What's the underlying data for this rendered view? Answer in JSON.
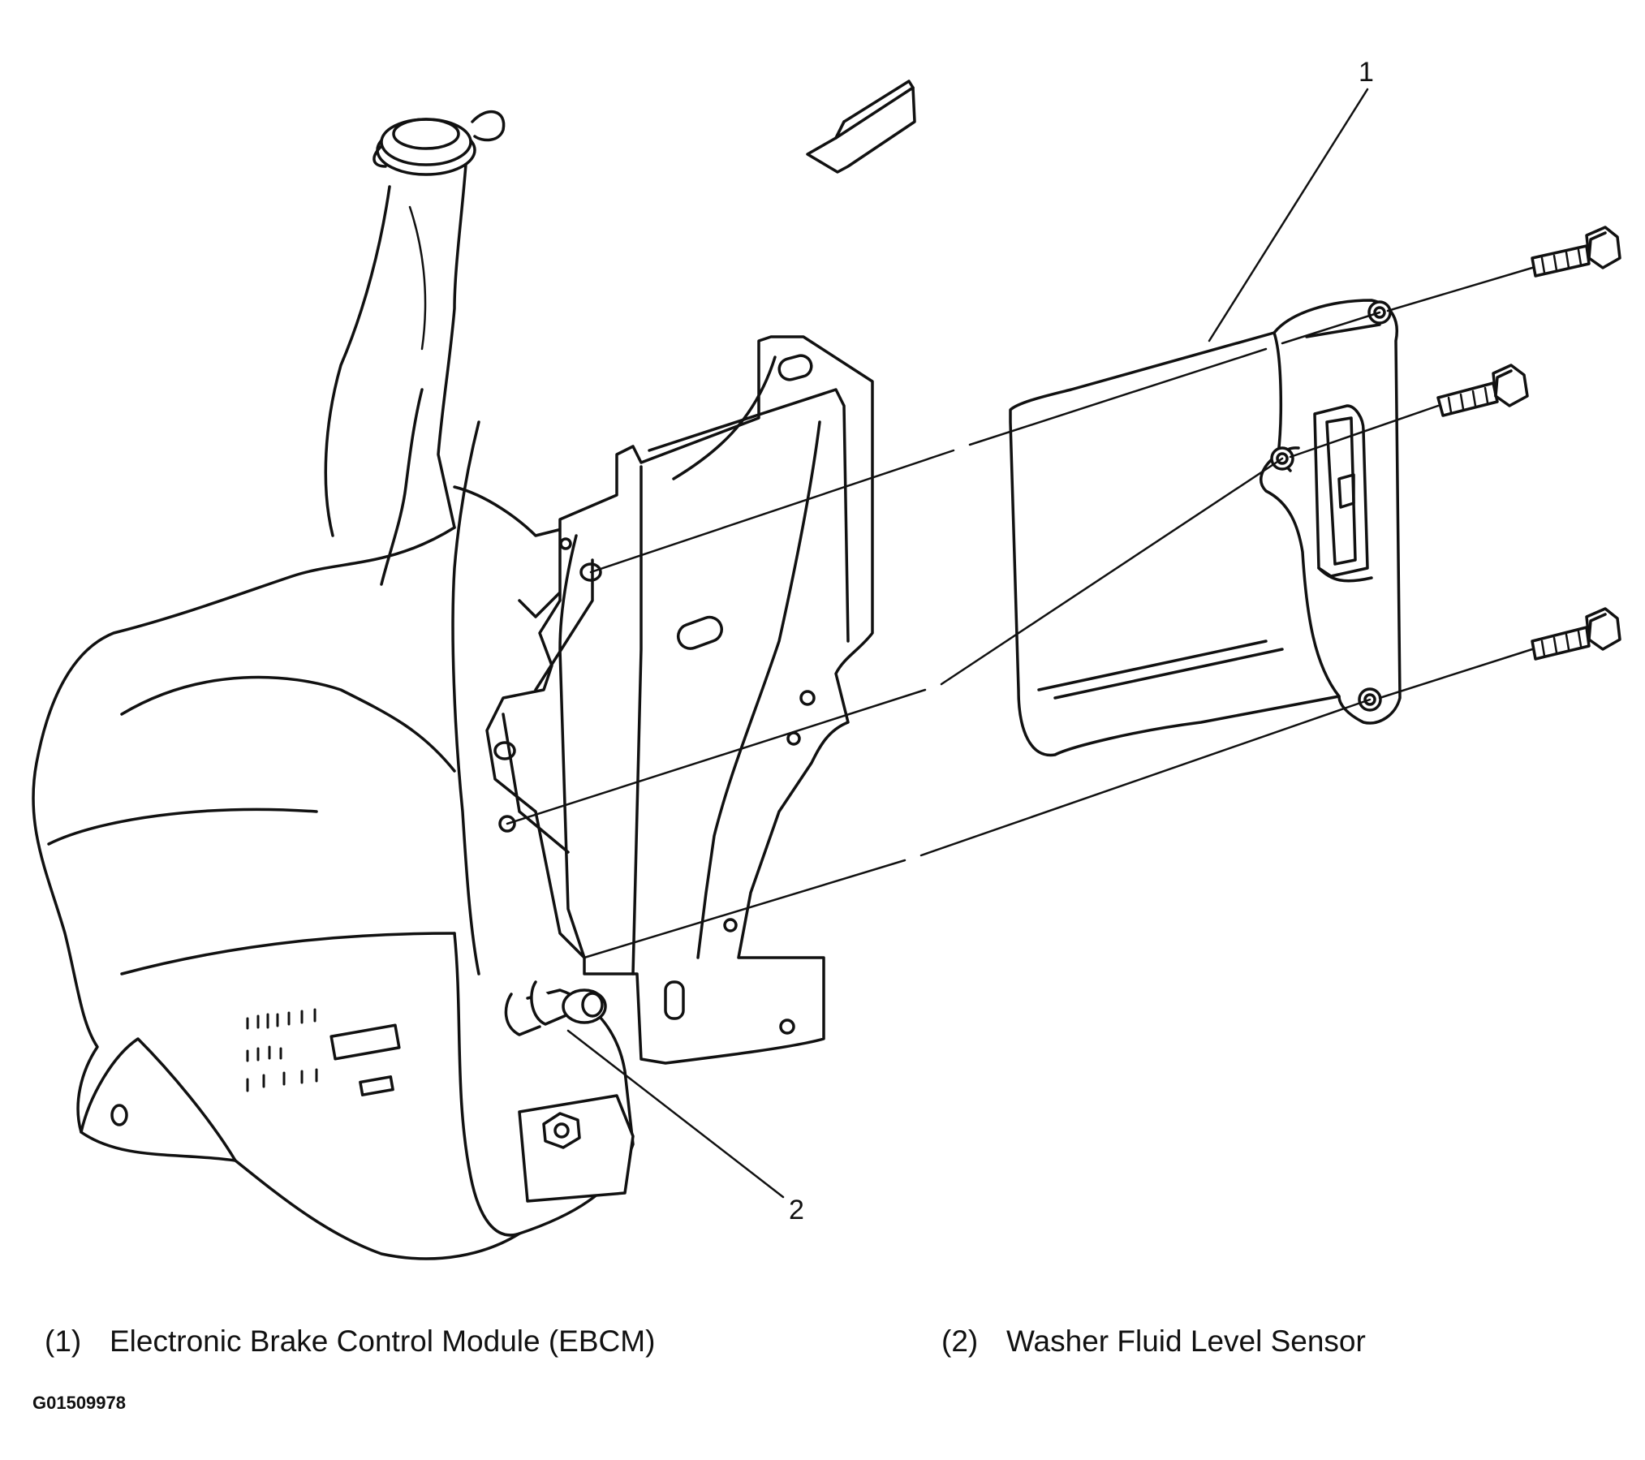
{
  "callouts": {
    "c1": "1",
    "c2": "2"
  },
  "legend": [
    {
      "num": "(1)",
      "label": "Electronic Brake Control Module (EBCM)"
    },
    {
      "num": "(2)",
      "label": "Washer Fluid Level Sensor"
    }
  ],
  "figure_id": "G01509978",
  "colors": {
    "line": "#111111",
    "background": "#ffffff"
  }
}
